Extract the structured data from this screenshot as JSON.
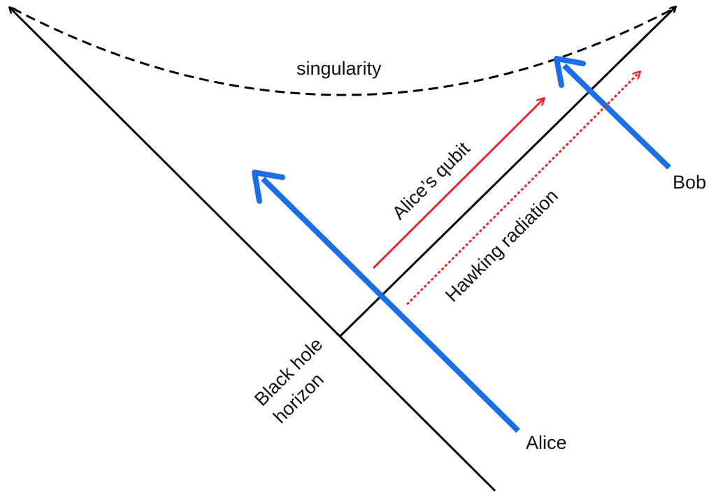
{
  "labels": {
    "singularity": "singularity",
    "alice_qubit": "Alice’s qubit",
    "hawking_radiation": "Hawking radiation",
    "bob": "Bob",
    "alice": "Alice",
    "horizon_line1": "Black hole",
    "horizon_line2": "horizon"
  },
  "colors": {
    "line": "#000000",
    "worldline": "#1a6fe6",
    "qubit": "#e8262b",
    "hawking": "#e8262b"
  }
}
